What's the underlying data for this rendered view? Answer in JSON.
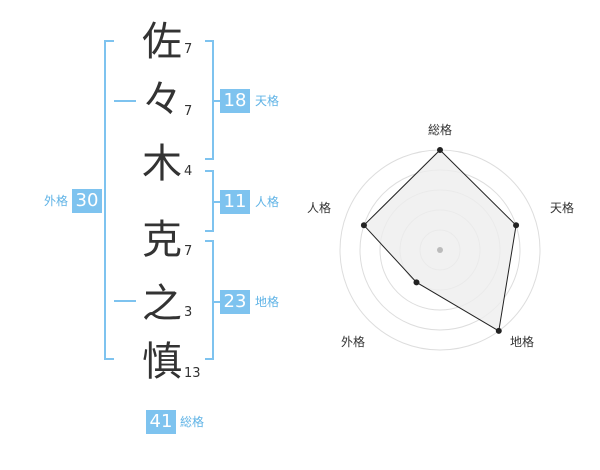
{
  "name": {
    "characters": [
      {
        "char": "佐",
        "strokes": "7"
      },
      {
        "char": "々",
        "strokes": "7"
      },
      {
        "char": "木",
        "strokes": "4"
      },
      {
        "char": "克",
        "strokes": "7"
      },
      {
        "char": "之",
        "strokes": "3"
      },
      {
        "char": "慎",
        "strokes": "13"
      }
    ]
  },
  "grids": {
    "tenkaku": {
      "value": "18",
      "label": "天格"
    },
    "jinkaku": {
      "value": "11",
      "label": "人格"
    },
    "chikaku": {
      "value": "23",
      "label": "地格"
    },
    "gaikaku": {
      "value": "30",
      "label": "外格"
    },
    "soukaku": {
      "value": "41",
      "label": "総格"
    }
  },
  "chart_data": {
    "type": "radar",
    "axes": [
      "総格",
      "天格",
      "地格",
      "外格",
      "人格"
    ],
    "values": [
      5,
      4,
      5,
      2,
      4
    ],
    "max": 5,
    "rings": 5,
    "colors": {
      "fill": "#eeeeee",
      "line": "#222222",
      "ring": "#dddddd"
    }
  }
}
